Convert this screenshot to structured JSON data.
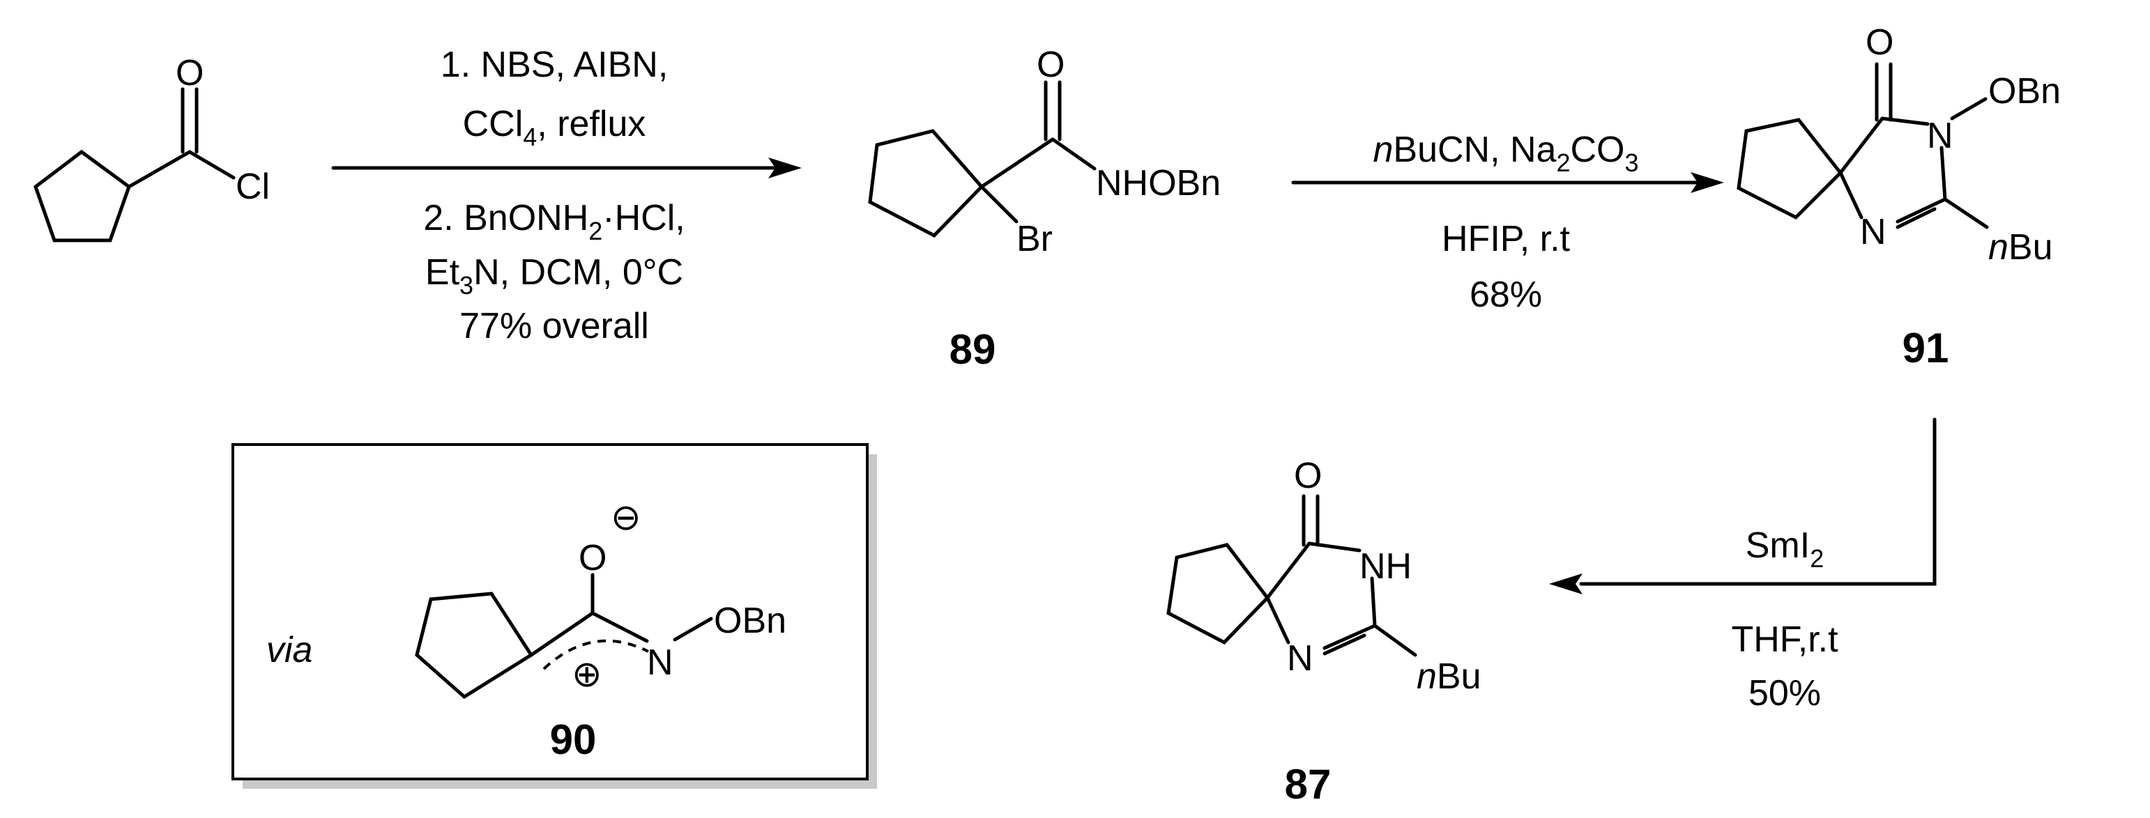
{
  "step1": {
    "line1": "1. NBS, AIBN,",
    "line2_pre": "CCl",
    "line2_sub": "4",
    "line2_post": ", reflux",
    "line3_pre": "2. BnONH",
    "line3_sub": "2",
    "line3_post": "·HCl,",
    "line4_pre": "Et",
    "line4_sub": "3",
    "line4_post": "N, DCM, 0°C",
    "line5": "77% overall"
  },
  "step2": {
    "line1_pre": "n",
    "line1_mid": "BuCN, Na",
    "line1_sub1": "2",
    "line1_mid2": "CO",
    "line1_sub2": "3",
    "line2": "HFIP,  r.t",
    "line3": "68%"
  },
  "step3": {
    "line1_pre": "SmI",
    "line1_sub": "2",
    "line2": "THF,r.t",
    "line3": "50%"
  },
  "sm": {
    "o": "O",
    "cl": "Cl"
  },
  "c89": {
    "o": "O",
    "nhobn": "NHOBn",
    "br": "Br",
    "label": "89"
  },
  "c91": {
    "o": "O",
    "n1": "N",
    "obn": "OBn",
    "n2": "N",
    "nbu_n": "n",
    "nbu_bu": "Bu",
    "label": "91"
  },
  "c87": {
    "o": "O",
    "nh": "NH",
    "n": "N",
    "nbu_n": "n",
    "nbu_bu": "Bu",
    "label": "87"
  },
  "c90": {
    "via": "via",
    "o": "O",
    "minus": "⊖",
    "n": "N",
    "obn": "OBn",
    "plus": "⊕",
    "label": "90"
  }
}
